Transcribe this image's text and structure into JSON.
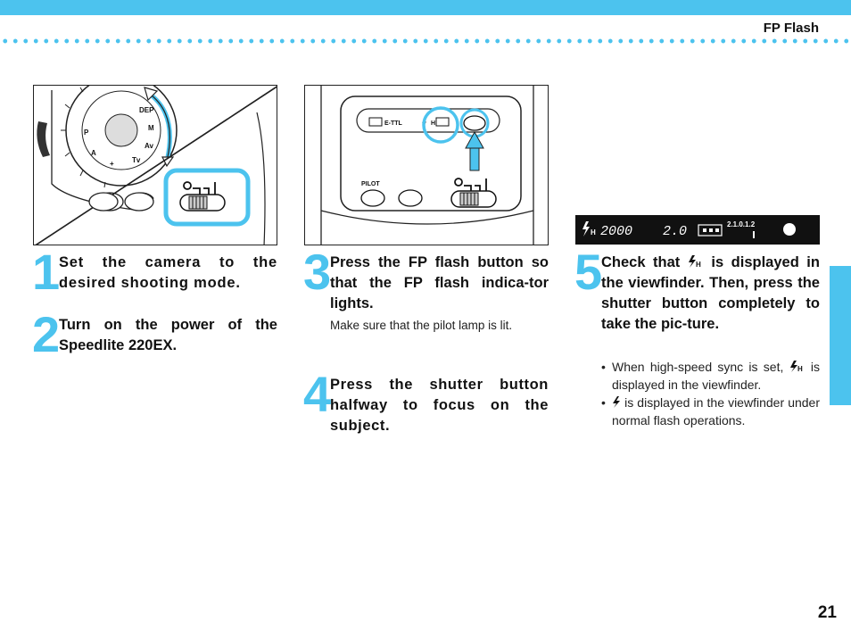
{
  "header": {
    "section_title": "FP Flash",
    "accent_color": "#4cc3ee"
  },
  "figures": {
    "fig1_icon": "camera-mode-dial-and-speedlite-power-switch",
    "fig2": {
      "label_ettl": "E-TTL",
      "label_fp": "H",
      "label_pilot": "PILOT"
    },
    "viewfinder": {
      "shutter": "2000",
      "aperture": "2.0",
      "scale": "2.1.0.1.2"
    }
  },
  "steps": [
    {
      "number": "1",
      "text": "Set the camera to the desired shooting mode."
    },
    {
      "number": "2",
      "text": "Turn on the power of the Speedlite 220EX."
    },
    {
      "number": "3",
      "text": "Press the FP flash button so that the FP flash indica-tor lights.",
      "note": "Make sure that the pilot lamp is lit."
    },
    {
      "number": "4",
      "text": "Press the shutter button halfway to focus on the subject."
    },
    {
      "number": "5",
      "text_before": "Check that",
      "text_after": "is displayed in the viewfinder. Then, press the shutter button completely to take the pic-ture.",
      "bullets": [
        {
          "before": "When high-speed sync is set,",
          "after": "is displayed in the viewfinder."
        },
        {
          "before": "",
          "after": "is displayed in the viewfinder under normal flash operations."
        }
      ]
    }
  ],
  "footer": {
    "page_number": "21"
  }
}
